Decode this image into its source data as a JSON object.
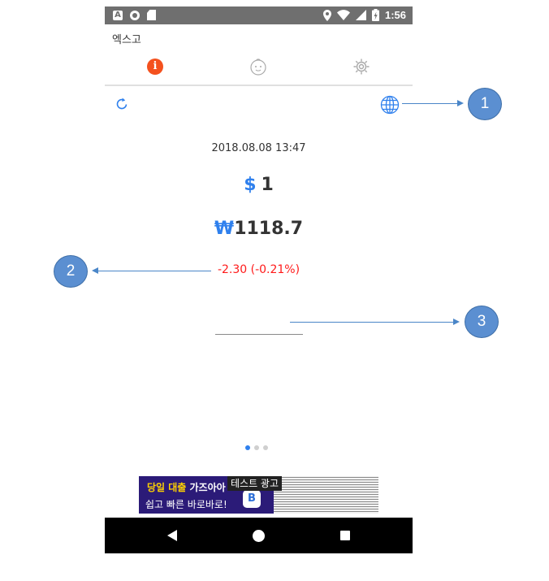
{
  "status_bar": {
    "time": "1:56",
    "a_badge": "A"
  },
  "app": {
    "title": "엑스고"
  },
  "tabs": {
    "info_glyph": "i"
  },
  "rate": {
    "datetime": "2018.08.08 13:47",
    "usd_symbol": "$",
    "usd_amount": "1",
    "krw_symbol": "₩",
    "krw_amount": "1118.7",
    "change": "-2.30 (-0.21%)"
  },
  "pager": {
    "count": 3,
    "active_index": 0
  },
  "ad": {
    "label": "테스트 광고",
    "line1_highlight": "당일 대출",
    "line1_rest": " 가즈아아",
    "line2": "쉽고 빠른 바로바로!",
    "logo_letter": "B"
  },
  "callouts": [
    "1",
    "2",
    "3"
  ],
  "colors": {
    "accent": "#2f80ed",
    "negative": "#ff1a1a",
    "info_tab": "#f4511e",
    "callout": "#5b8fd1"
  },
  "icons": [
    "refresh-icon",
    "globe-icon",
    "info-icon",
    "baby-face-icon",
    "settings-gear-icon",
    "location-icon",
    "wifi-icon",
    "signal-icon",
    "battery-icon"
  ]
}
